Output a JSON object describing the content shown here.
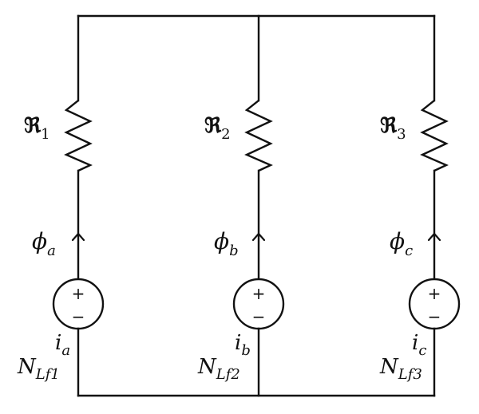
{
  "branches": [
    {
      "reluctance": {
        "symbol": "ℜ",
        "sub": "1"
      },
      "flux": {
        "symbol": "ϕ",
        "sub": "a"
      },
      "source": {
        "plus": "+",
        "minus": "−"
      },
      "current": {
        "symbol": "i",
        "sub": "a"
      },
      "turns": {
        "symbol": "N",
        "sub": "Lf1"
      }
    },
    {
      "reluctance": {
        "symbol": "ℜ",
        "sub": "2"
      },
      "flux": {
        "symbol": "ϕ",
        "sub": "b"
      },
      "source": {
        "plus": "+",
        "minus": "−"
      },
      "current": {
        "symbol": "i",
        "sub": "b"
      },
      "turns": {
        "symbol": "N",
        "sub": "Lf2"
      }
    },
    {
      "reluctance": {
        "symbol": "ℜ",
        "sub": "3"
      },
      "flux": {
        "symbol": "ϕ",
        "sub": "c"
      },
      "source": {
        "plus": "+",
        "minus": "−"
      },
      "current": {
        "symbol": "i",
        "sub": "c"
      },
      "turns": {
        "symbol": "N",
        "sub": "Lf3"
      }
    }
  ]
}
